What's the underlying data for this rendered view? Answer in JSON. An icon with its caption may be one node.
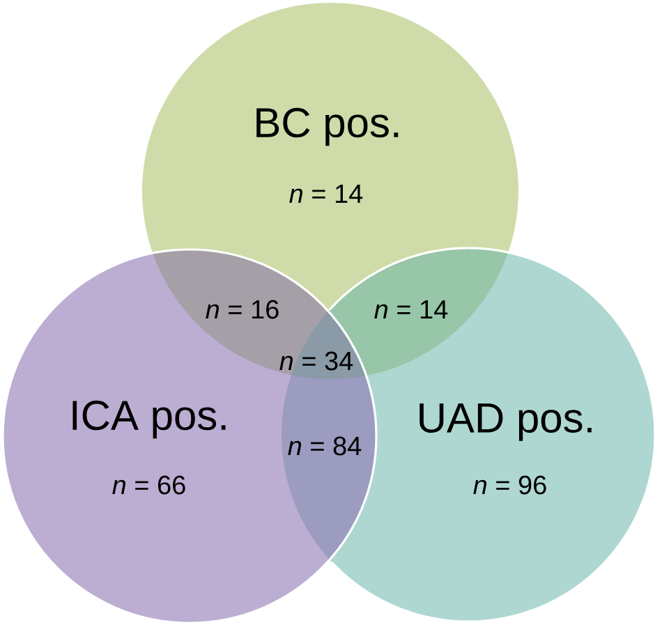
{
  "diagram": {
    "nodes": [
      {
        "text": [
          "BC pos.",
          "*n* = 14"
        ]
      },
      {
        "text": [
          "ICA pos.",
          "*n* = 66"
        ]
      },
      {
        "text": [
          "UAD pos.",
          "*n* = 96"
        ]
      }
    ],
    "labels": [
      "*n* = 16",
      "*n* = 14",
      "*n* = 34",
      "*n* = 84"
    ]
  }
}
